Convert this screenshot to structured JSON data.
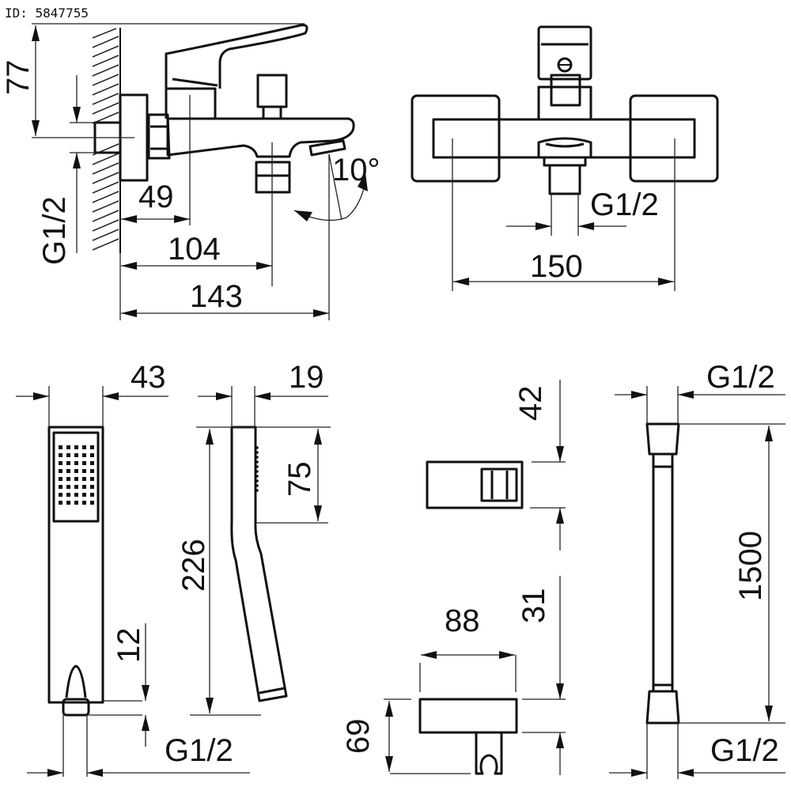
{
  "header": {
    "id_label": "ID: 5847755"
  },
  "mixer_side_view": {
    "height_above_axis": "77",
    "inlet_thread": "G1/2",
    "handle_offset": "49",
    "diverter_offset": "104",
    "spout_projection": "143",
    "spout_angle": "10°"
  },
  "mixer_front_view": {
    "outlet_thread": "G1/2",
    "inlet_spacing": "150"
  },
  "hand_shower": {
    "head_width": "43",
    "head_depth": "19",
    "spray_length": "75",
    "total_length": "226",
    "connector_length": "12",
    "connector_thread": "G1/2"
  },
  "wall_bracket": {
    "top_offset": "42",
    "width": "88",
    "bracket_offset": "31",
    "height": "69"
  },
  "hose": {
    "top_thread": "G1/2",
    "length": "1500",
    "bottom_thread": "G1/2"
  },
  "colors": {
    "line": "#111111",
    "background": "#ffffff"
  }
}
